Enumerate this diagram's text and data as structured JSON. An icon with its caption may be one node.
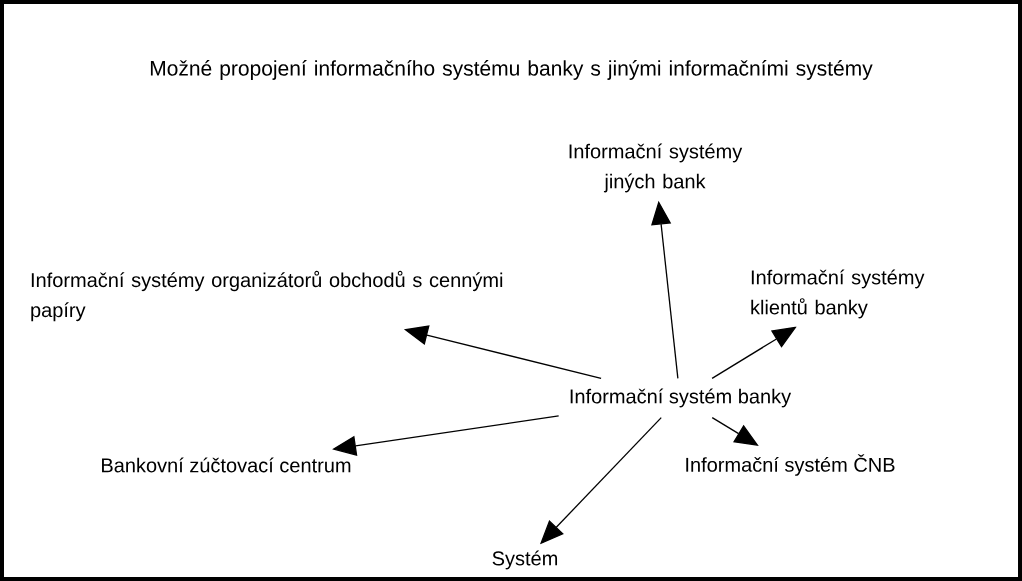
{
  "diagram": {
    "title": "Možné propojení informačního systému banky s jinými informačními systémy",
    "nodes": [
      {
        "text": [
          "Informační systém banky"
        ]
      },
      {
        "text": [
          "Informační systémy jiných bank"
        ]
      },
      {
        "text": [
          "Informační systémy klientů banky"
        ]
      },
      {
        "text": [
          "Informační systémy organizátorů obchodů s cennými papíry"
        ]
      },
      {
        "text": [
          "Bankovní zúčtovací centrum"
        ]
      },
      {
        "text": [
          "Informační systém ČNB"
        ]
      },
      {
        "text": [
          "Systém"
        ]
      }
    ],
    "edges": [
      {
        "from": 0,
        "to": 1,
        "arrow": "to"
      },
      {
        "from": 0,
        "to": 2,
        "arrow": "to"
      },
      {
        "from": 0,
        "to": 3,
        "arrow": "to"
      },
      {
        "from": 0,
        "to": 4,
        "arrow": "to"
      },
      {
        "from": 0,
        "to": 6,
        "arrow": "to"
      },
      {
        "from": 0,
        "to": 5,
        "arrow": "to"
      }
    ]
  }
}
